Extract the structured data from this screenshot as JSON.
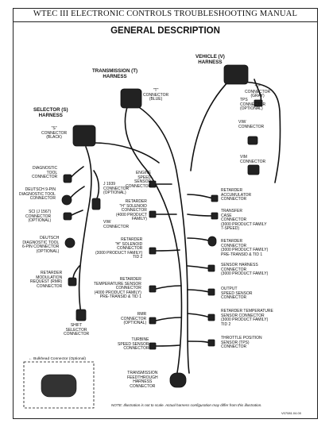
{
  "header": {
    "manual_title": "WTEC III ELECTRONIC CONTROLS TROUBLESHOOTING MANUAL",
    "section_title": "GENERAL DESCRIPTION"
  },
  "harnesses": {
    "transmission": "TRANSMISSION (T)\nHARNESS",
    "vehicle": "VEHICLE (V)\nHARNESS",
    "selector": "SELECTOR (S)\nHARNESS"
  },
  "connectors": {
    "t_connector": "\"T\"\nCONNECTOR\n(BLUE)",
    "v_connector": "\"V\"\nCONNECTOR\n(GRAY)",
    "s_connector": "\"S\"\nCONNECTOR\n(BLACK)",
    "tps": "TPS\nCONNECTOR\n(OPTIONAL)",
    "vim_vehicle": "VIW\nCONNECTOR",
    "vim_vehicle2": "VIM\nCONNECTOR",
    "diagnostic_tool": "DIAGNOSTIC\nTOOL\nCONNECTOR",
    "deutsch9": "DEUTSCH 9-PIN\nDIAGNOSTIC TOOL\nCONNECTOR",
    "sci": "SCI (J 1567)\nCONNECTOR\n(OPTIONAL)",
    "deutsch6": "DEUTSCH\nDIAGNOSTIC TOOL\n6-PIN CONNECTOR\n(OPTIONAL)",
    "retarder_mod": "RETARDER\nMODULATION\nREQUEST (RMR)\nCONNECTOR",
    "shift_selector": "SHIFT\nSELECTOR\nCONNECTOR",
    "j1939": "J 1939\nCONNECTOR\n(OPTIONAL)",
    "viw_sel": "VIW\nCONNECTOR",
    "engine_speed": "ENGINE\nSPEED\nSENSOR\nCONNECTOR",
    "ret_h_4000": "RETARDER\n\"H\" SOLENOID\nCONNECTOR\n(4000 PRODUCT\nFAMILY)",
    "ret_h_3000": "RETARDER\n\"H\" SOLENOID\nCONNECTOR\n(3000 PRODUCT FAMILY)\nTID 2",
    "ret_temp_4000": "RETARDER\nTEMPERATURE SENSOR\nCONNECTOR\n(4000 PRODUCT FAMILY)\nPRE-TRANSID & TID 1",
    "rmr": "RMR\nCONNECTOR\n(OPTIONAL)",
    "turbine": "TURBINE\nSPEED SENSOR\nCONNECTOR",
    "trans_feedthrough": "TRANSMISSION\nFEEDTHROUGH\nHARNESS\nCONNECTOR",
    "ret_accum": "RETARDER\nACCUMULATOR\nCONNECTOR",
    "transfer_case": "TRANSFER\nCASE\nCONNECTOR\n(3000 PRODUCT FAMILY\n7-SPEED)",
    "ret_3000_pre": "RETARDER\nCONNECTOR\n(3000 PRODUCT FAMILY)\nPRE-TRANSID & TID 1",
    "sensor_harness": "SENSOR HARNESS\nCONNECTOR\n(3000 PRODUCT FAMILY)",
    "output_speed": "OUTPUT\nSPEED SENSOR\nCONNECTOR",
    "ret_temp_3000": "RETARDER TEMPERATURE\nSENSOR CONNECTOR\n(3000 PRODUCT FAMILY)\nTID 2",
    "throttle": "THROTTLE POSITION\nSENSOR (TPS)\nCONNECTOR"
  },
  "bulkhead_label": "← Bulkhead Connector (Optional)",
  "note": "NOTE: Illustration is not to scale. Actual harness configuration may differ from this illustration.",
  "figure_number": "V07081.04.00",
  "colors": {
    "line": "#111111",
    "frame": "#222222"
  }
}
